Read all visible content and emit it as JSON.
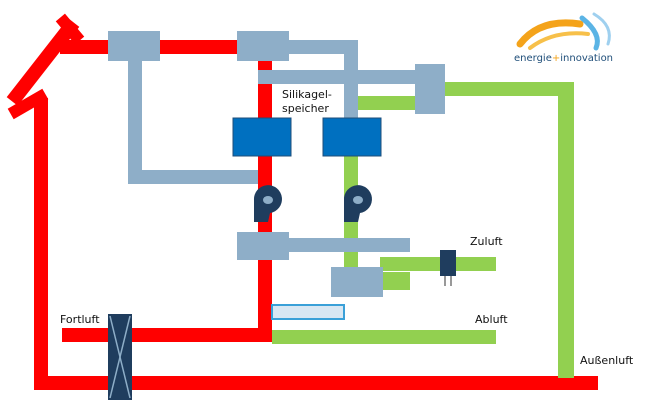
{
  "labels": {
    "storage": "Silikagel-\nspeicher",
    "supply_air": "Zuluft",
    "extract_air": "Abluft",
    "exhaust_air": "Fortluft",
    "outside_air": "Außenluft"
  },
  "logo": {
    "name": "energie",
    "plus": "+",
    "suffix": "innovation"
  },
  "colors": {
    "hot_duct": "#ff0000",
    "cool_duct": "#92d050",
    "neutral_duct": "#8eaec8",
    "storage_block": "#0070c0",
    "fan": "#1f3d5e",
    "heat_exchanger": "#1f3d5e"
  }
}
